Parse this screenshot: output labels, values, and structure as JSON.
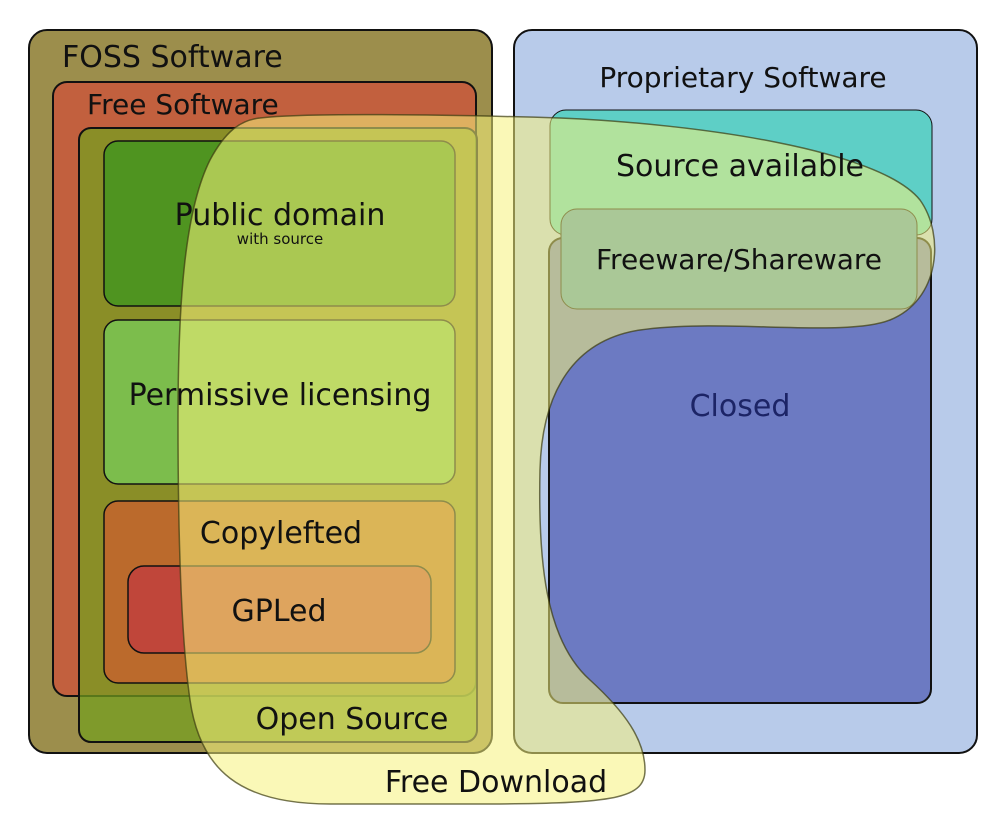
{
  "diagram": {
    "foss": {
      "label": "FOSS Software",
      "color": "#8a7a28"
    },
    "free": {
      "label": "Free Software",
      "color": "#c1503a"
    },
    "open_source": {
      "label": "Open Source",
      "color": "#6f9a1c"
    },
    "public_domain": {
      "label": "Public domain",
      "sublabel": "with source",
      "color": "#559a1e"
    },
    "permissive": {
      "label": "Permissive licensing",
      "color": "#7fc24a"
    },
    "copylefted": {
      "label": "Copylefted",
      "color": "#c27a30"
    },
    "gpled": {
      "label": "GPLed",
      "color": "#c24a3a"
    },
    "proprietary": {
      "label": "Proprietary Software",
      "color": "#b8cbea"
    },
    "source_available": {
      "label": "Source available",
      "color": "#5fcfb8"
    },
    "freeware": {
      "label": "Freeware/Shareware",
      "color": "#4a98b4"
    },
    "closed": {
      "label": "Closed",
      "color": "#6b79c4"
    },
    "free_download": {
      "label": "Free Download",
      "color": "#f6f27c"
    }
  }
}
